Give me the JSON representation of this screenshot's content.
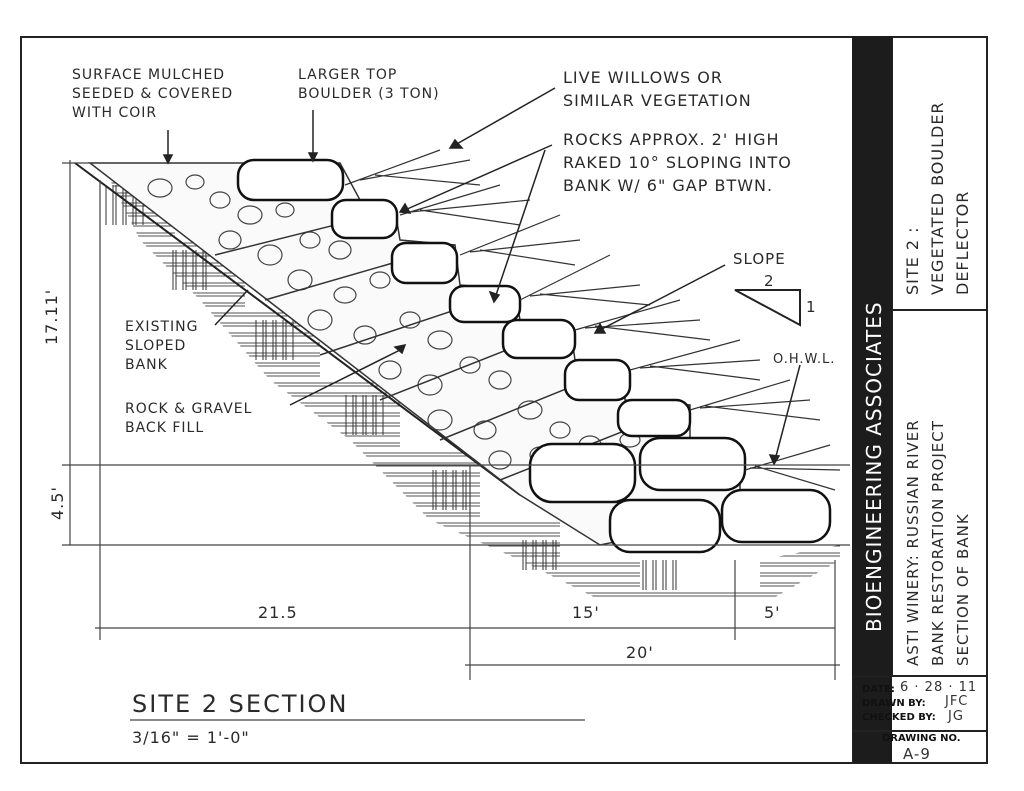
{
  "labels": {
    "surface_mulched": [
      "SURFACE MULCHED",
      "SEEDED & COVERED",
      "WITH COIR"
    ],
    "larger_boulder": [
      "LARGER TOP",
      "BOULDER (3 TON)"
    ],
    "live_willows": [
      "LIVE WILLOWS OR",
      "SIMILAR VEGETATION"
    ],
    "rocks_approx": [
      "ROCKS APPROX. 2' HIGH",
      "RAKED 10° SLOPING INTO",
      "BANK W/ 6\" GAP BTWN."
    ],
    "slope": "SLOPE",
    "slope_run": "2",
    "slope_rise": "1",
    "ohwl": "O.H.W.L.",
    "existing_bank": [
      "EXISTING",
      "SLOPED",
      "BANK"
    ],
    "backfill": [
      "ROCK & GRAVEL",
      "BACK FILL"
    ]
  },
  "dimensions": {
    "height_upper": "17.11'",
    "height_lower": "4.5'",
    "width_a": "21.5",
    "width_b": "15'",
    "width_c": "5'",
    "width_total": "20'"
  },
  "section": {
    "title": "SITE 2 SECTION",
    "scale": "3/16\" = 1'-0\""
  },
  "title_block": {
    "company": "BIOENGINEERING ASSOCIATES",
    "site_lines": [
      "SITE 2 :",
      "VEGETATED BOULDER",
      "DEFLECTOR"
    ],
    "project_lines": [
      "ASTI WINERY: RUSSIAN RIVER",
      "BANK RESTORATION PROJECT",
      "SECTION OF BANK"
    ],
    "date_label": "DATE:",
    "date_value": "6 · 28 · 11",
    "drawn_label": "DRAWN BY:",
    "drawn_value": "JFC",
    "checked_label": "CHECKED BY:",
    "checked_value": "JG",
    "drawing_no_label": "DRAWING NO.",
    "drawing_no_value": "A-9"
  }
}
